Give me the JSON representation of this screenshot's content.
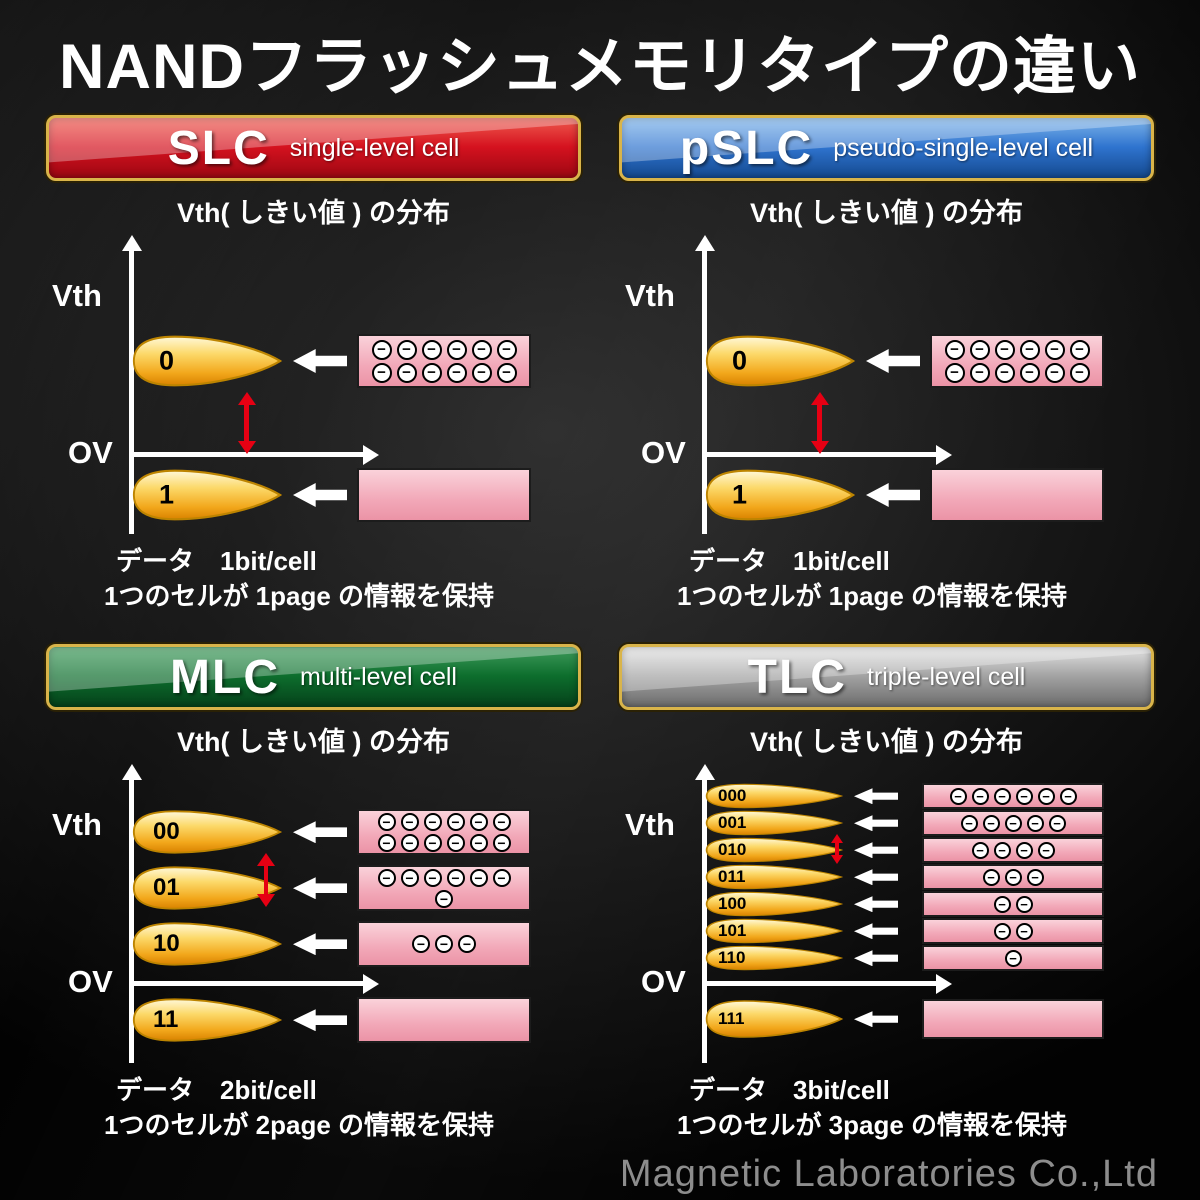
{
  "page": {
    "title": "NANDフラッシュメモリタイプの違い",
    "footer": "Magnetic Laboratories Co.,Ltd",
    "colors": {
      "slc_banner": "#d5121f",
      "pslc_banner": "#2f74cf",
      "mlc_banner": "#0d6e2d",
      "tlc_banner": "#a3a3a3",
      "lobe_gold": "#f2a71b",
      "electron_box_pink": "#f2a8b8",
      "gap_arrow_red": "#e60013",
      "axis_white": "#ffffff"
    }
  },
  "panels": [
    {
      "id": "slc",
      "banner": {
        "acronym": "SLC",
        "full_name": "single-level cell"
      },
      "chart_title": "Vth( しきい値 ) の分布",
      "y_axis_label": "Vth",
      "origin_label": "OV",
      "levels": [
        {
          "label": "0",
          "electrons": 12,
          "position": "above"
        },
        {
          "label": "1",
          "electrons": 0,
          "position": "below"
        }
      ],
      "data_line1": "データ　1bit/cell",
      "data_line2": "1つのセルが 1page の情報を保持"
    },
    {
      "id": "pslc",
      "banner": {
        "acronym": "pSLC",
        "full_name": "pseudo-single-level cell"
      },
      "chart_title": "Vth( しきい値 ) の分布",
      "y_axis_label": "Vth",
      "origin_label": "OV",
      "levels": [
        {
          "label": "0",
          "electrons": 12,
          "position": "above"
        },
        {
          "label": "1",
          "electrons": 0,
          "position": "below"
        }
      ],
      "data_line1": "データ　1bit/cell",
      "data_line2": "1つのセルが 1page の情報を保持"
    },
    {
      "id": "mlc",
      "banner": {
        "acronym": "MLC",
        "full_name": "multi-level cell"
      },
      "chart_title": "Vth( しきい値 ) の分布",
      "y_axis_label": "Vth",
      "origin_label": "OV",
      "levels": [
        {
          "label": "00",
          "electrons": 12,
          "position": "above"
        },
        {
          "label": "01",
          "electrons": 7,
          "position": "above"
        },
        {
          "label": "10",
          "electrons": 3,
          "position": "above"
        },
        {
          "label": "11",
          "electrons": 0,
          "position": "below"
        }
      ],
      "data_line1": "データ　2bit/cell",
      "data_line2": "1つのセルが 2page の情報を保持"
    },
    {
      "id": "tlc",
      "banner": {
        "acronym": "TLC",
        "full_name": "triple-level cell"
      },
      "chart_title": "Vth( しきい値 ) の分布",
      "y_axis_label": "Vth",
      "origin_label": "OV",
      "levels": [
        {
          "label": "000",
          "electrons": 6,
          "position": "above"
        },
        {
          "label": "001",
          "electrons": 5,
          "position": "above"
        },
        {
          "label": "010",
          "electrons": 4,
          "position": "above"
        },
        {
          "label": "011",
          "electrons": 3,
          "position": "above"
        },
        {
          "label": "100",
          "electrons": 2,
          "position": "above"
        },
        {
          "label": "101",
          "electrons": 2,
          "position": "above"
        },
        {
          "label": "110",
          "electrons": 1,
          "position": "above"
        },
        {
          "label": "111",
          "electrons": 0,
          "position": "below"
        }
      ],
      "data_line1": "データ　3bit/cell",
      "data_line2": "1つのセルが 3page の情報を保持"
    }
  ]
}
